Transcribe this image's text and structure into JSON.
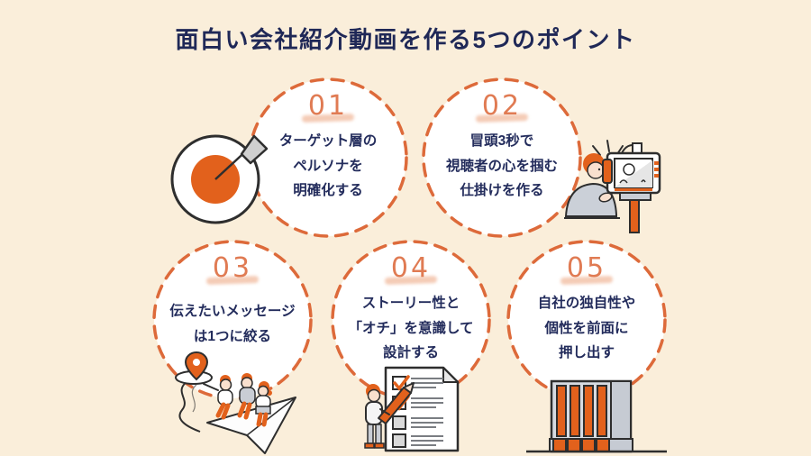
{
  "title": "面白い会社紹介動画を作る5つのポイント",
  "colors": {
    "background": "#FAEEDA",
    "dashed_circle_stroke": "#DD6A3A",
    "circle_fill": "#FFFFFF",
    "number_orange": "#E07B53",
    "brush_underline_pink": "#F2BFA4",
    "text_navy": "#232C5C",
    "title_navy": "#1F2857",
    "illustration_orange": "#E2611C",
    "illustration_gray": "#C9CDD4",
    "outline_dark": "#2E2E2E"
  },
  "points": [
    {
      "number": "01",
      "lines": [
        "ターゲット層の",
        "ペルソナを",
        "明確化する"
      ],
      "icon": "dartboard-target-icon"
    },
    {
      "number": "02",
      "lines": [
        "冒頭3秒で",
        "視聴者の心を掴む",
        "仕掛けを作る"
      ],
      "icon": "presenter-video-camera-icon"
    },
    {
      "number": "03",
      "lines": [
        "伝えたいメッセージ",
        "は1つに絞る"
      ],
      "icon": "journey-arrow-team-icon"
    },
    {
      "number": "04",
      "lines": [
        "ストーリー性と",
        "「オチ」を意識して",
        "設計する"
      ],
      "icon": "checklist-person-icon"
    },
    {
      "number": "05",
      "lines": [
        "自社の独自性や",
        "個性を前面に",
        "押し出す"
      ],
      "icon": "office-building-icon"
    }
  ]
}
